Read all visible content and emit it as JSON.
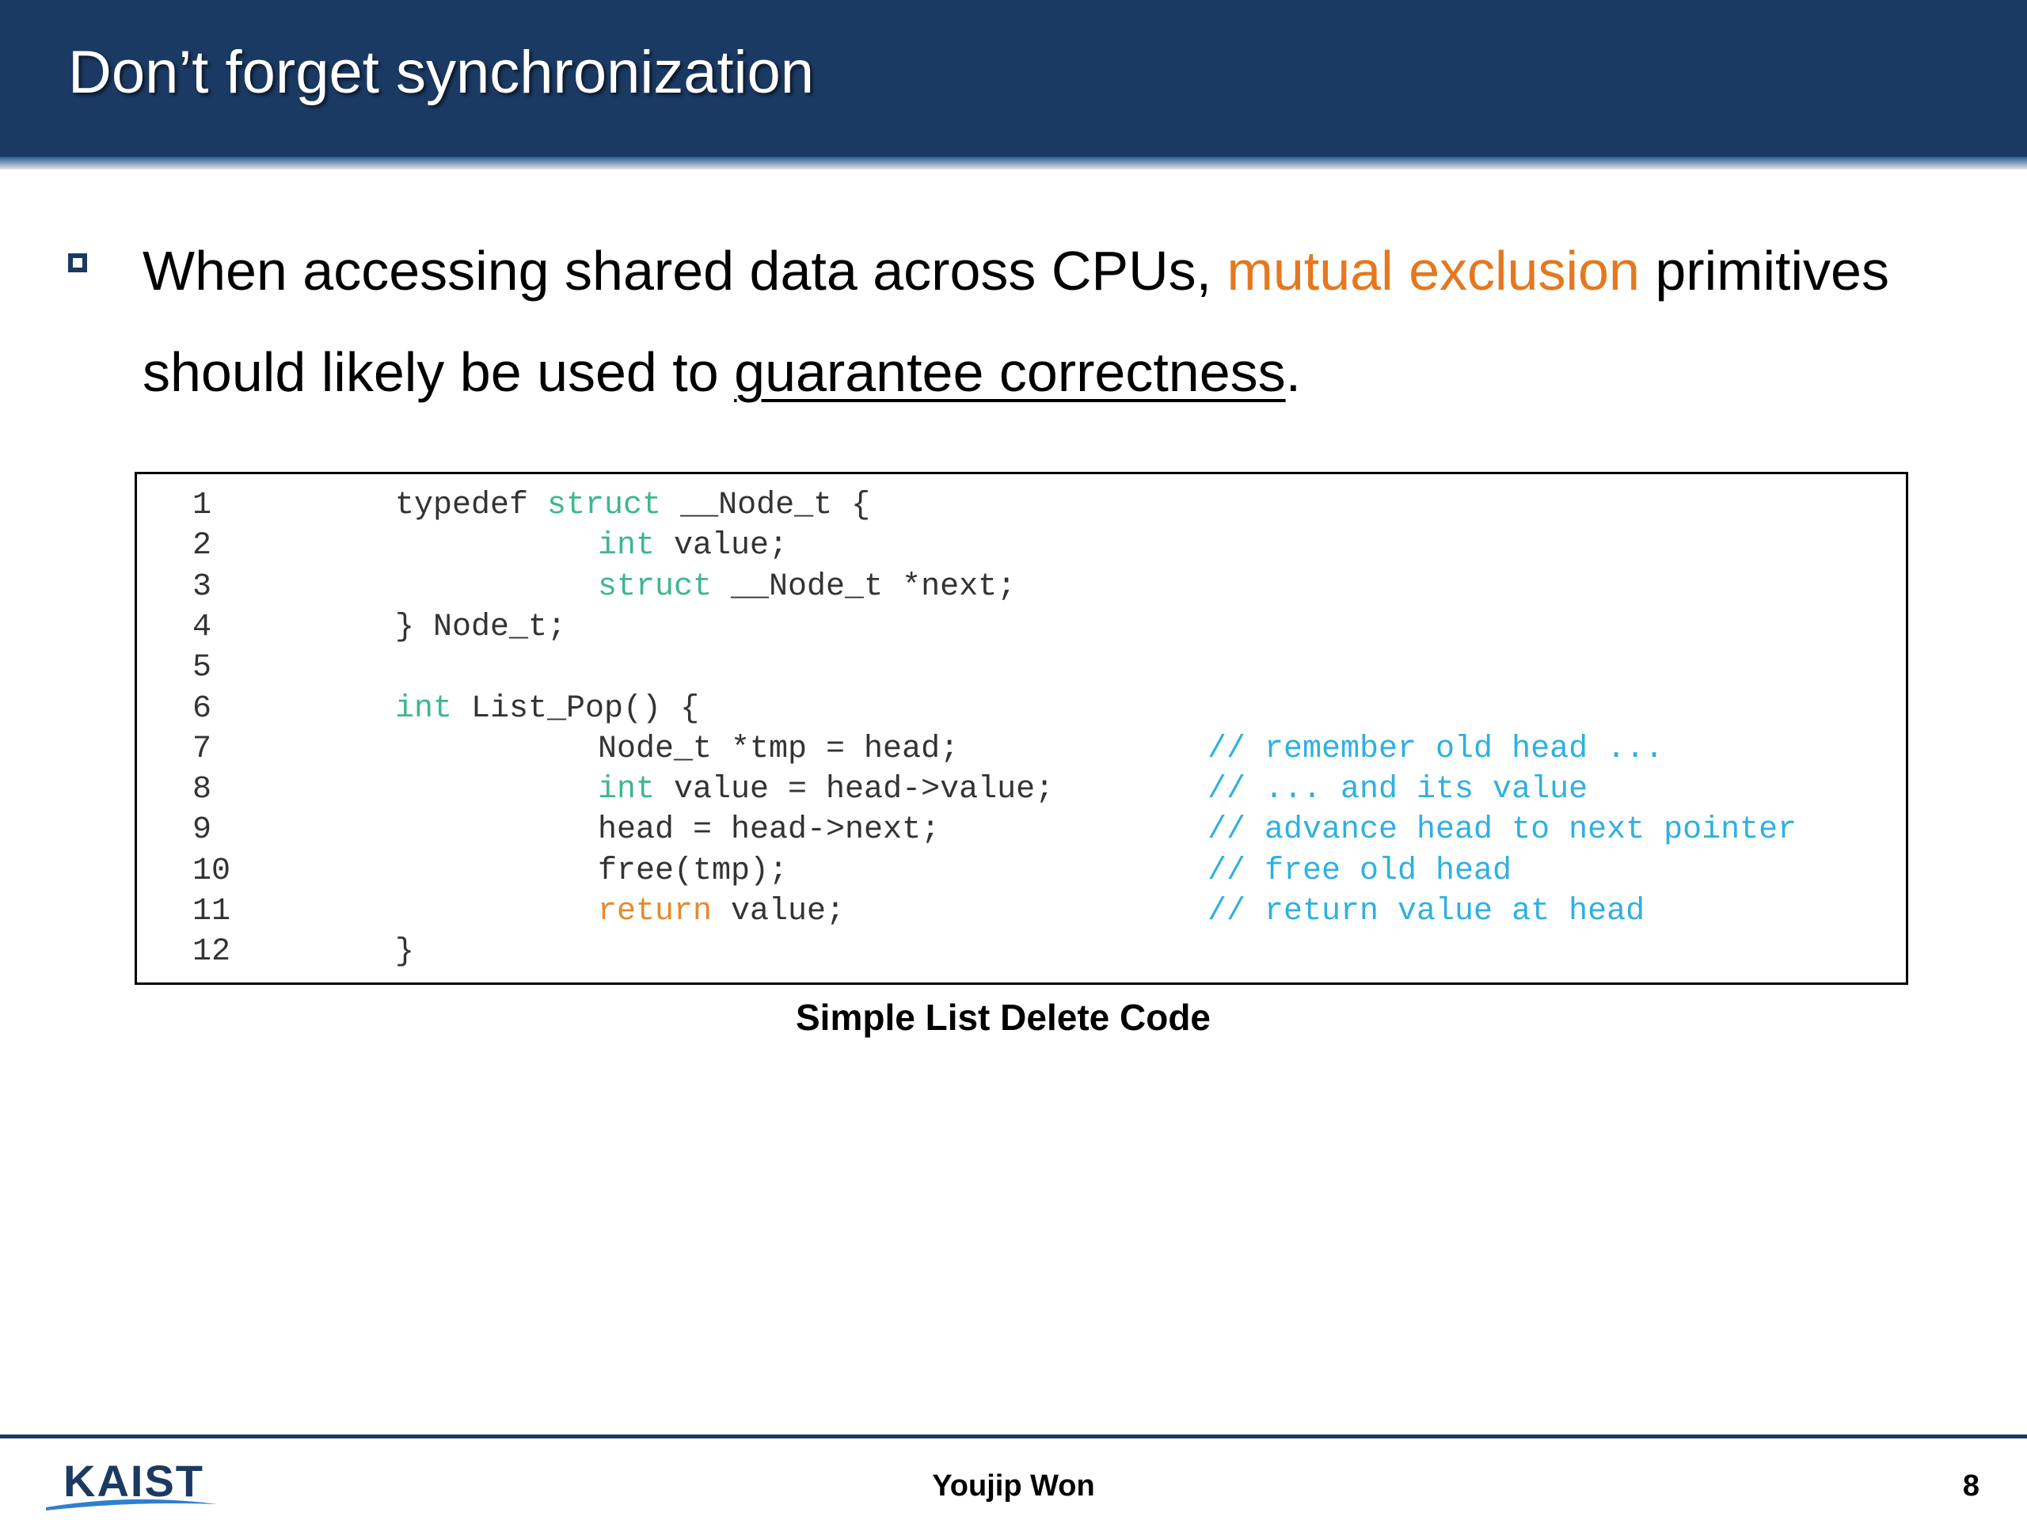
{
  "title": "Don’t forget synchronization",
  "bullet": {
    "part1": "When accessing shared data across CPUs, ",
    "highlight": "mutual exclusion",
    "part2": " primitives should likely be used to ",
    "underlined": "guarantee correctness",
    "end": "."
  },
  "code": {
    "lines": [
      {
        "n": "1",
        "pre": "typedef ",
        "kw": "struct",
        "post": " __Node_t {",
        "comment": ""
      },
      {
        "n": "2",
        "pre": "",
        "kw": "int",
        "post": " value;",
        "comment": ""
      },
      {
        "n": "3",
        "pre": "",
        "kw": "struct",
        "post": " __Node_t *next;",
        "comment": ""
      },
      {
        "n": "4",
        "pre": "} Node_t;",
        "kw": "",
        "post": "",
        "comment": ""
      },
      {
        "n": "5",
        "pre": "",
        "kw": "",
        "post": "",
        "comment": ""
      },
      {
        "n": "6",
        "pre": "",
        "kw": "int",
        "post": " List_Pop() {",
        "comment": ""
      },
      {
        "n": "7",
        "pre": "Node_t *tmp = head;",
        "kw": "",
        "post": "",
        "comment": "// remember old head ..."
      },
      {
        "n": "8",
        "pre": "",
        "kw": "int",
        "post": " value = head->value;",
        "comment": "// ... and its value"
      },
      {
        "n": "9",
        "pre": "head = head->next;",
        "kw": "",
        "post": "",
        "comment": "// advance head to next pointer"
      },
      {
        "n": "10",
        "pre": "free(tmp);",
        "kw": "",
        "post": "",
        "comment": "// free old head"
      },
      {
        "n": "11",
        "pre": "",
        "kw": "return",
        "post": " value;",
        "comment": "// return value at head"
      },
      {
        "n": "12",
        "pre": "}",
        "kw": "",
        "post": "",
        "comment": ""
      }
    ]
  },
  "caption": "Simple List Delete Code",
  "footer": {
    "logo_text": "KAIST",
    "author": "Youjip Won",
    "page": "8"
  },
  "colors": {
    "header_bg": "#1b3a63",
    "accent_orange": "#e5781e",
    "keyword_green": "#3fb78a",
    "return_orange": "#e58a2e",
    "comment_blue": "#2fb0e0"
  }
}
